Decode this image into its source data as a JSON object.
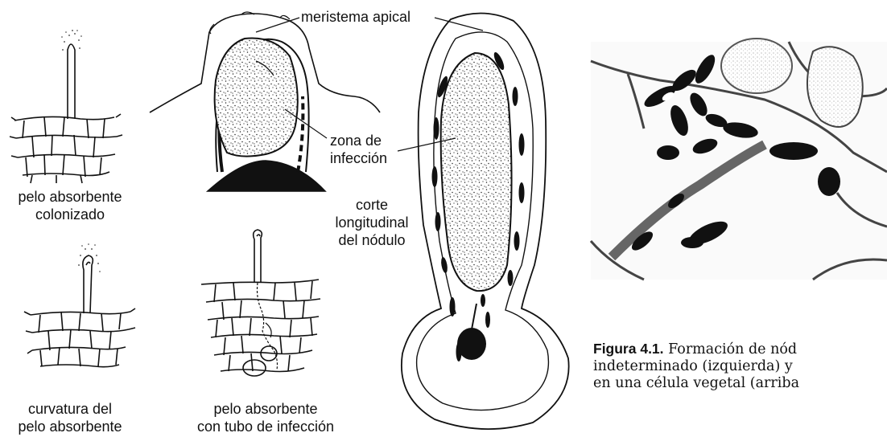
{
  "labels": {
    "meristema": "meristema apical",
    "zona": "zona de\ninfección",
    "corte": "corte\nlongitudinal\ndel nódulo",
    "pelo_colonizado": "pelo absorbente\ncolonizado",
    "curvatura": "curvatura del\npelo absorbente",
    "pelo_tubo": "pelo absorbente\ncon tubo de infección"
  },
  "caption": {
    "bold": "Figura 4.1.",
    "text_line1": " Formación de nód",
    "text_line2": "indeterminado (izquierda) y",
    "text_line3": "en una célula vegetal (arriba"
  }
}
